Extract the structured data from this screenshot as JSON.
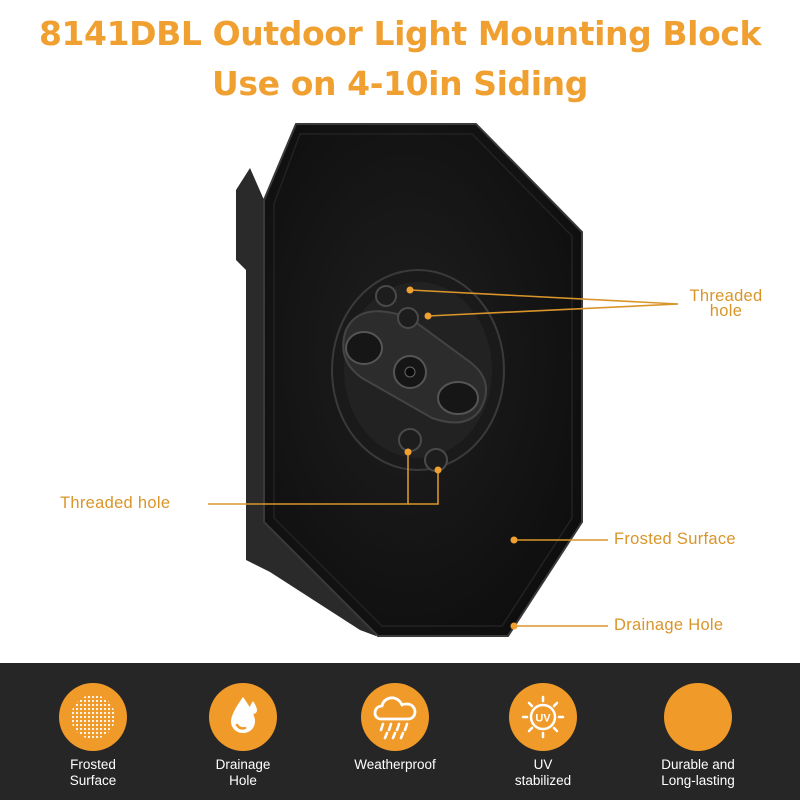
{
  "header": {
    "title_line1": "8141DBL Outdoor Light Mounting Block",
    "title_line2": "Use on 4-10in Siding"
  },
  "callouts": {
    "threaded_hole_right_line1": "Threaded",
    "threaded_hole_right_line2": "hole",
    "threaded_hole_left": "Threaded hole",
    "frosted_surface": "Frosted Surface",
    "drainage_hole": "Drainage Hole"
  },
  "features": [
    {
      "icon": "frosted-grid-icon",
      "line1": "Frosted",
      "line2": "Surface"
    },
    {
      "icon": "water-drop-icon",
      "line1": "Drainage",
      "line2": "Hole"
    },
    {
      "icon": "rain-cloud-icon",
      "line1": "Weatherproof",
      "line2": ""
    },
    {
      "icon": "uv-sun-icon",
      "line1": "UV",
      "line2": "stabilized"
    },
    {
      "icon": "durable-icon",
      "line1": "Durable and",
      "line2": "Long-lasting"
    }
  ],
  "colors": {
    "accent": "#f0a030",
    "callout": "#d9952a",
    "band": "#262626",
    "block": "#121212"
  }
}
